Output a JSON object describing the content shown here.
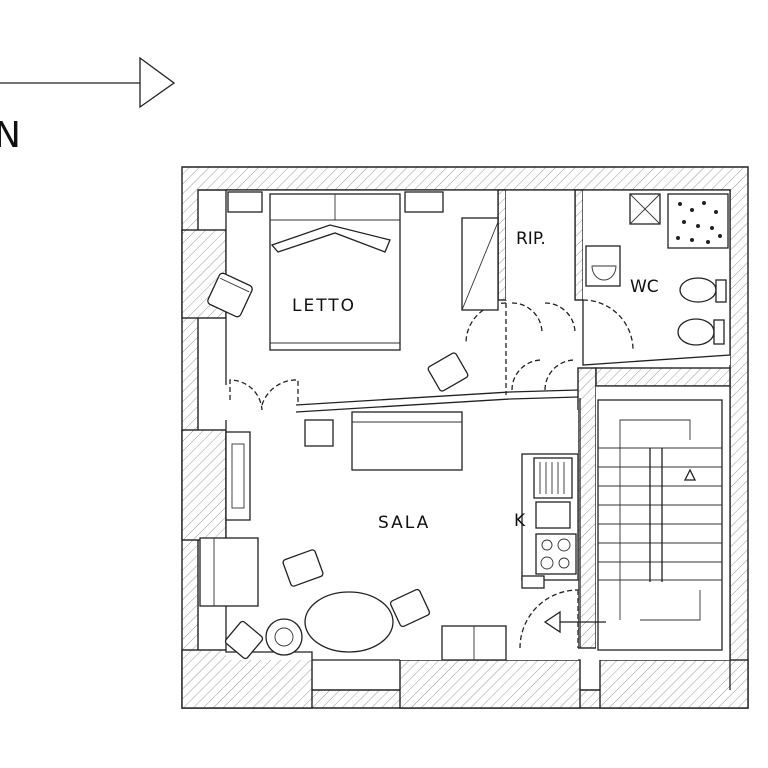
{
  "north_label": "N",
  "rooms": {
    "letto": "LETTO",
    "ripostiglio": "RIP.",
    "wc": "WC",
    "sala": "SALA",
    "kitchen": "K"
  }
}
